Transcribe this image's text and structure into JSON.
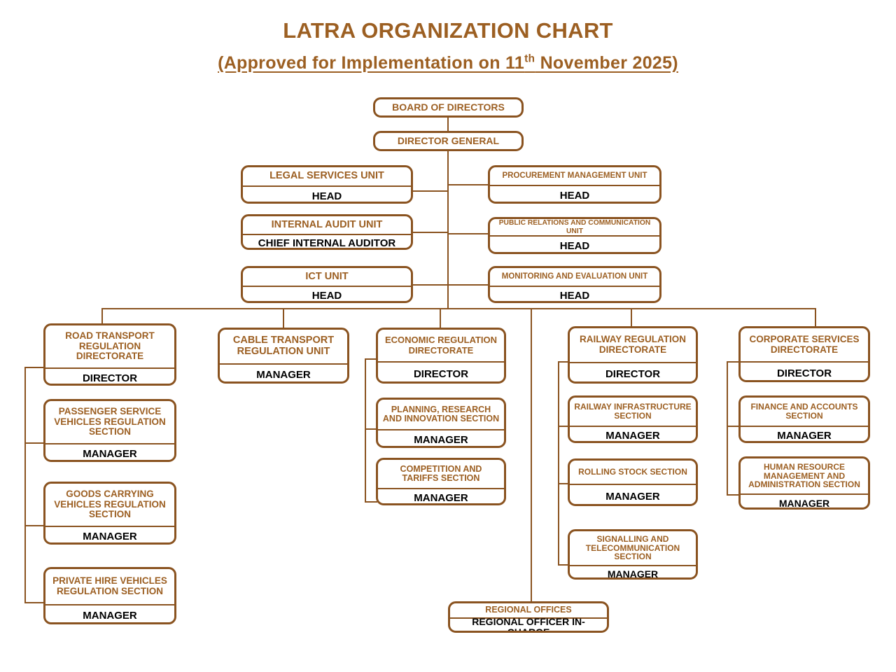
{
  "title": {
    "main": "LATRA ORGANIZATION CHART",
    "sub_prefix": "(Approved for Implementation on 11",
    "sub_ordinal": "th",
    "sub_suffix": " November 2025)"
  },
  "colors": {
    "border": "#8a5320",
    "header_text": "#9c5f22",
    "position_text": "#000000",
    "background": "#ffffff"
  },
  "nodes": {
    "board": {
      "header": "BOARD OF DIRECTORS"
    },
    "dg": {
      "header": "DIRECTOR GENERAL"
    },
    "legal": {
      "header": "LEGAL SERVICES UNIT",
      "position": "HEAD"
    },
    "procurement": {
      "header": "PROCUREMENT MANAGEMENT UNIT",
      "position": "HEAD"
    },
    "internal_audit": {
      "header": "INTERNAL AUDIT UNIT",
      "position": "CHIEF INTERNAL AUDITOR"
    },
    "public_relations": {
      "header": "PUBLIC RELATIONS AND COMMUNICATION UNIT",
      "position": "HEAD"
    },
    "ict": {
      "header": "ICT UNIT",
      "position": "HEAD"
    },
    "monitoring": {
      "header": "MONITORING AND EVALUATION UNIT",
      "position": "HEAD"
    },
    "road_transport": {
      "header": "ROAD TRANSPORT REGULATION DIRECTORATE",
      "position": "DIRECTOR"
    },
    "psv": {
      "header": "PASSENGER SERVICE VEHICLES REGULATION SECTION",
      "position": "MANAGER"
    },
    "gcv": {
      "header": "GOODS CARRYING VEHICLES REGULATION SECTION",
      "position": "MANAGER"
    },
    "phv": {
      "header": "PRIVATE HIRE VEHICLES REGULATION SECTION",
      "position": "MANAGER"
    },
    "cable": {
      "header": "CABLE TRANSPORT REGULATION UNIT",
      "position": "MANAGER"
    },
    "economic": {
      "header": "ECONOMIC REGULATION DIRECTORATE",
      "position": "DIRECTOR"
    },
    "planning": {
      "header": "PLANNING, RESEARCH AND INNOVATION SECTION",
      "position": "MANAGER"
    },
    "competition": {
      "header": "COMPETITION AND TARIFFS SECTION",
      "position": "MANAGER"
    },
    "railway": {
      "header": "RAILWAY REGULATION DIRECTORATE",
      "position": "DIRECTOR"
    },
    "rail_infra": {
      "header": "RAILWAY INFRASTRUCTURE SECTION",
      "position": "MANAGER"
    },
    "rolling_stock": {
      "header": "ROLLING STOCK SECTION",
      "position": "MANAGER"
    },
    "signalling": {
      "header": "SIGNALLING AND TELECOMMUNICATION SECTION",
      "position": "MANAGER"
    },
    "corporate": {
      "header": "CORPORATE SERVICES DIRECTORATE",
      "position": "DIRECTOR"
    },
    "finance": {
      "header": "FINANCE AND ACCOUNTS SECTION",
      "position": "MANAGER"
    },
    "hrm": {
      "header": "HUMAN RESOURCE MANAGEMENT AND ADMINISTRATION SECTION",
      "position": "MANAGER"
    },
    "regional": {
      "header": "REGIONAL OFFICES",
      "position": "REGIONAL OFFICER IN-CHARGE"
    }
  }
}
